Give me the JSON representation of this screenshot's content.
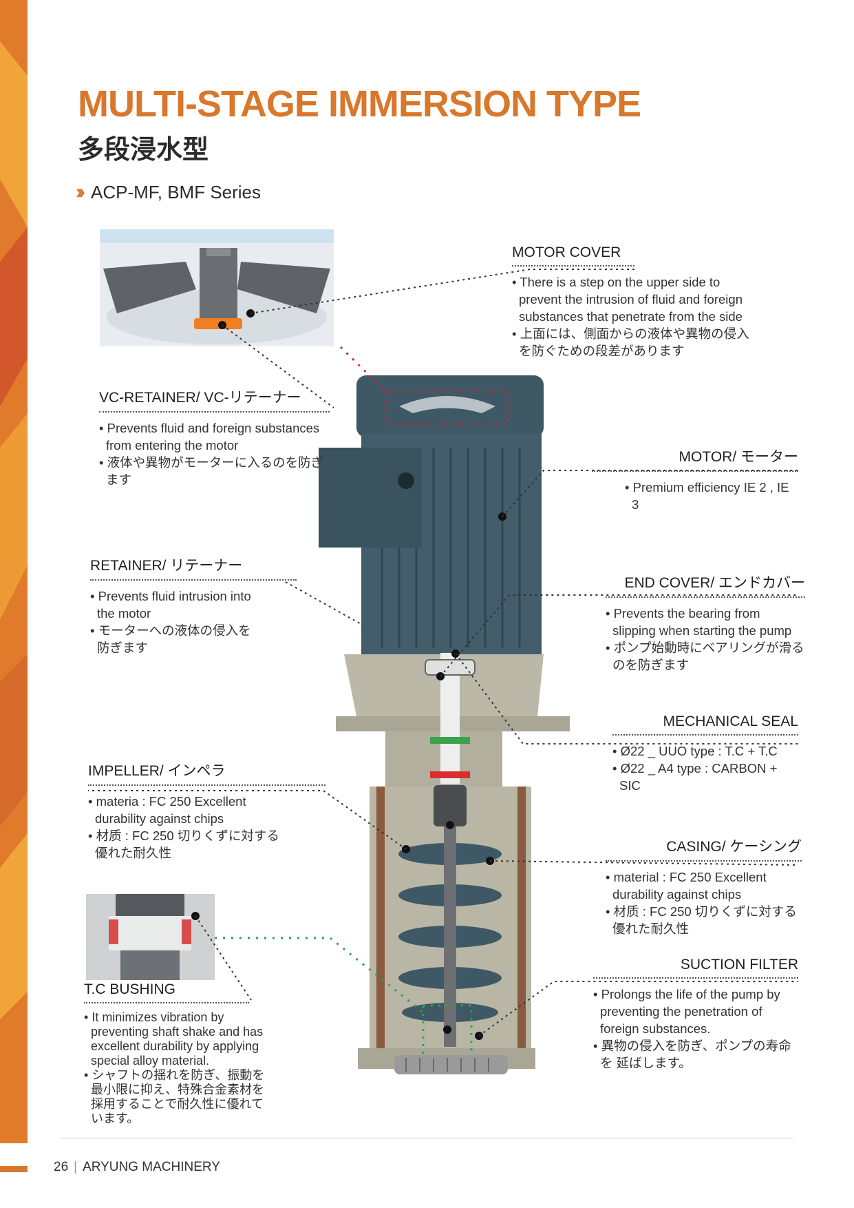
{
  "header": {
    "title": "MULTI-STAGE IMMERSION TYPE",
    "subtitle_jp": "多段浸水型",
    "series": "ACP-MF, BMF  Series"
  },
  "callouts": {
    "motor_cover": {
      "heading": "MOTOR COVER",
      "lines": [
        "There is a step on the upper side to prevent the intrusion of fluid and foreign substances that penetrate from the side",
        "上面には、側面からの液体や異物の侵入を防ぐための段差があります"
      ]
    },
    "vc_retainer": {
      "heading": "VC-RETAINER/ VC-リテーナー",
      "lines": [
        "Prevents fluid and foreign substances from entering the motor",
        "液体や異物がモーターに入るのを防ぎます"
      ]
    },
    "motor": {
      "heading": "MOTOR/ モーター",
      "lines": [
        "Premium efficiency  IE 2 , IE 3"
      ]
    },
    "retainer": {
      "heading": "RETAINER/ リテーナー",
      "lines": [
        "Prevents fluid intrusion into the motor",
        "モーターへの液体の侵入を防ぎます"
      ]
    },
    "end_cover": {
      "heading": "END COVER/ エンドカバー",
      "lines": [
        "Prevents the bearing from slipping when starting the pump",
        "ポンプ始動時にベアリングが滑るのを防ぎます"
      ]
    },
    "mechanical_seal": {
      "heading": "MECHANICAL SEAL",
      "lines": [
        "Ø22 _ UUO type : T.C + T.C",
        "Ø22 _ A4 type : CARBON + SIC"
      ]
    },
    "impeller": {
      "heading": "IMPELLER/ インペラ",
      "lines": [
        "materia : FC 250 Excellent durability against chips",
        "材质 : FC 250 切りくずに対する優れた耐久性"
      ]
    },
    "casing": {
      "heading": "CASING/ ケーシング",
      "lines": [
        "material : FC 250 Excellent durability against chips",
        "材质 : FC 250 切りくずに対する優れた耐久性"
      ]
    },
    "tc_bushing": {
      "heading": "T.C BUSHING",
      "lines": [
        "It minimizes vibration by preventing shaft shake and has excellent durability by applying special alloy material.",
        "シャフトの揺れを防ぎ、振動を最小限に抑え、特殊合金素材を採用することで耐久性に優れています。"
      ]
    },
    "suction_filter": {
      "heading": "SUCTION FILTER",
      "lines": [
        "Prolongs the life of the pump by preventing the penetration of foreign substances.",
        "異物の侵入を防ぎ、ポンプの寿命を 延ばします。"
      ]
    }
  },
  "footer": {
    "page": "26",
    "company": "ARYUNG MACHINERY"
  },
  "colors": {
    "accent": "#d9772b",
    "motor": "#3f5866",
    "casing": "#b9b6a6"
  }
}
